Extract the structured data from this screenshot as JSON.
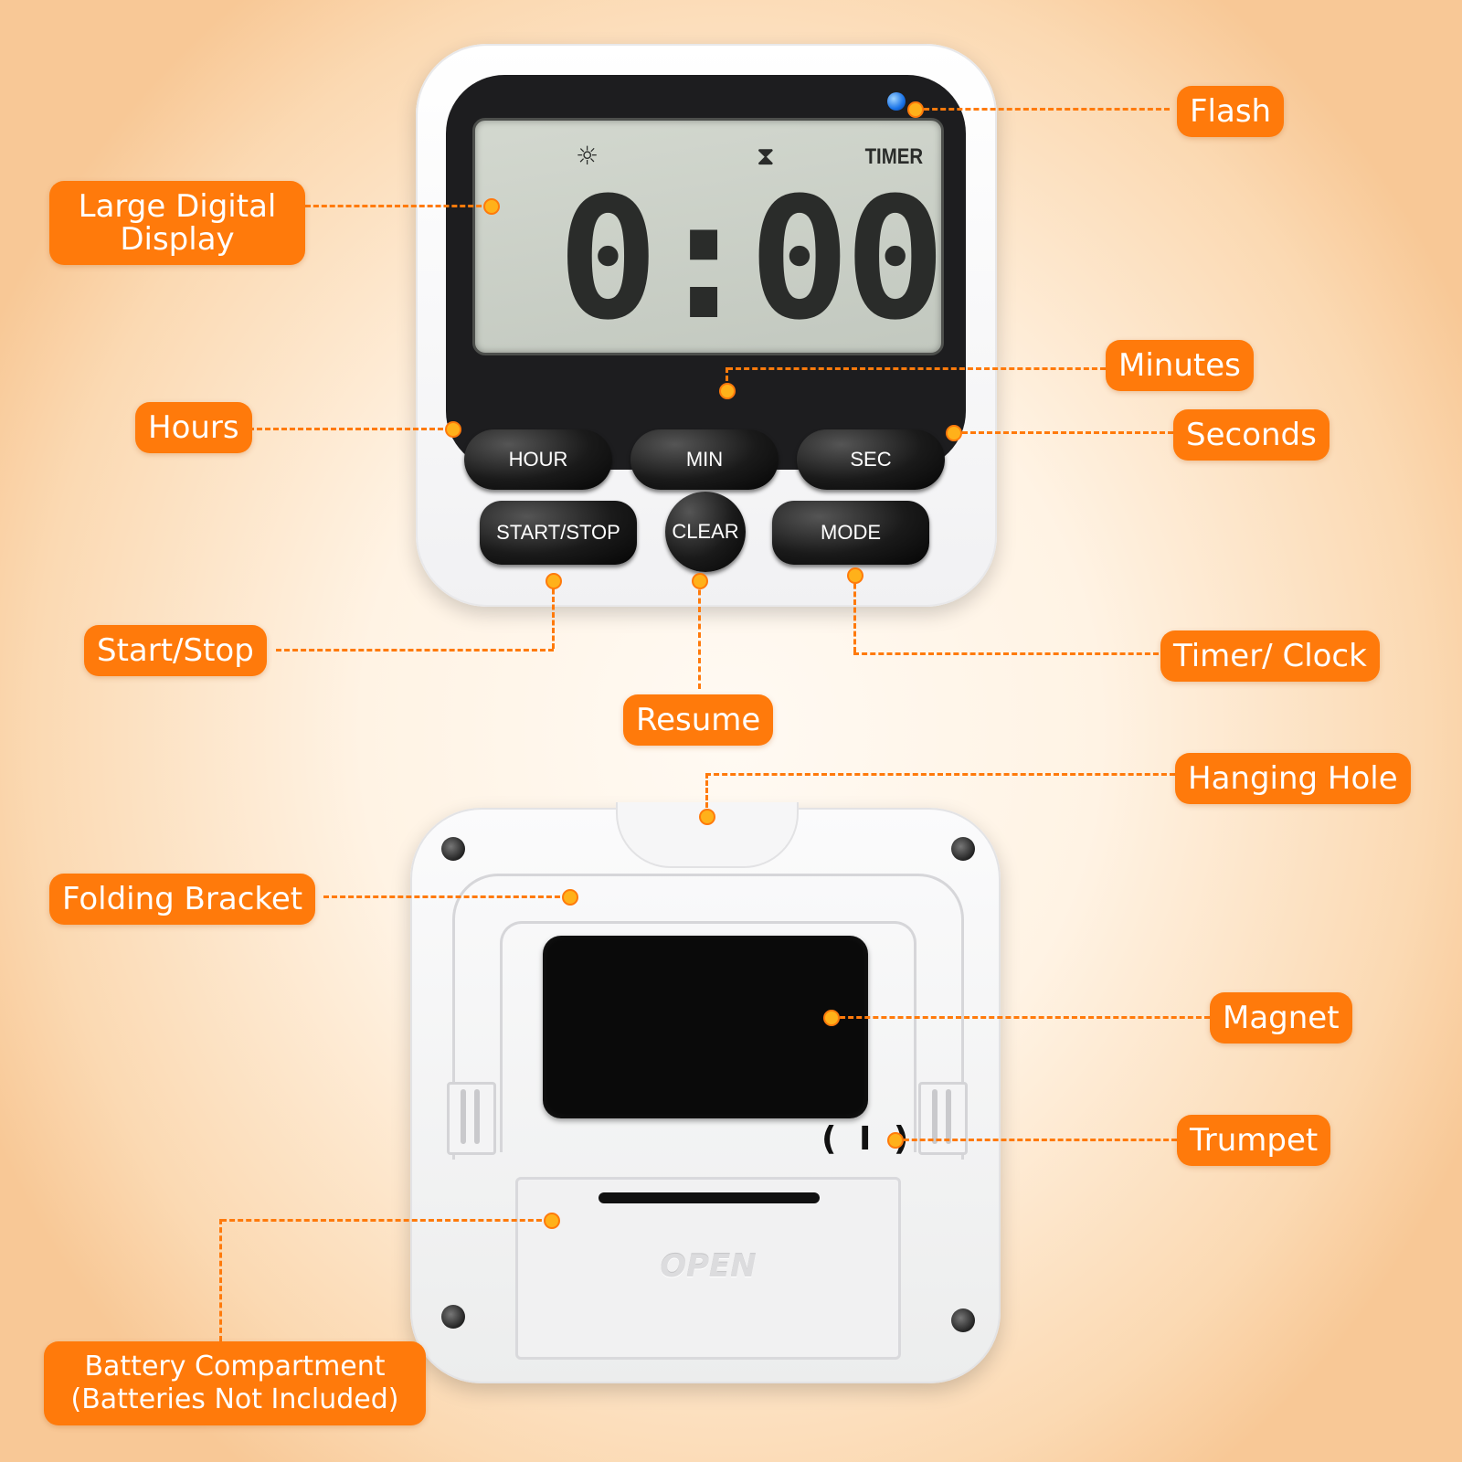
{
  "labels": {
    "flash": "Flash",
    "large_display_line1": "Large Digital",
    "large_display_line2": "Display",
    "minutes": "Minutes",
    "hours": "Hours",
    "seconds": "Seconds",
    "start_stop": "Start/Stop",
    "timer_clock": "Timer/ Clock",
    "resume": "Resume",
    "hanging_hole": "Hanging Hole",
    "folding_bracket": "Folding Bracket",
    "magnet": "Magnet",
    "trumpet": "Trumpet",
    "battery_line1": "Battery Compartment",
    "battery_line2": "(Batteries Not Included)"
  },
  "device": {
    "lcd_mode": "TIMER",
    "lcd_time_main": "0:00",
    "lcd_time_seconds": "00",
    "buttons_top": [
      "HOUR",
      "MIN",
      "SEC"
    ],
    "buttons_bottom": [
      "START/STOP",
      "CLEAR",
      "MODE"
    ],
    "battery_cover": "OPEN"
  },
  "icons": {
    "lcd_left": "bulb-icon",
    "lcd_center": "hourglass-icon",
    "led": "led-icon"
  },
  "colors": {
    "accent": "#ff7a0b",
    "dot": "#ffb11a",
    "led": "#1a73e8"
  }
}
